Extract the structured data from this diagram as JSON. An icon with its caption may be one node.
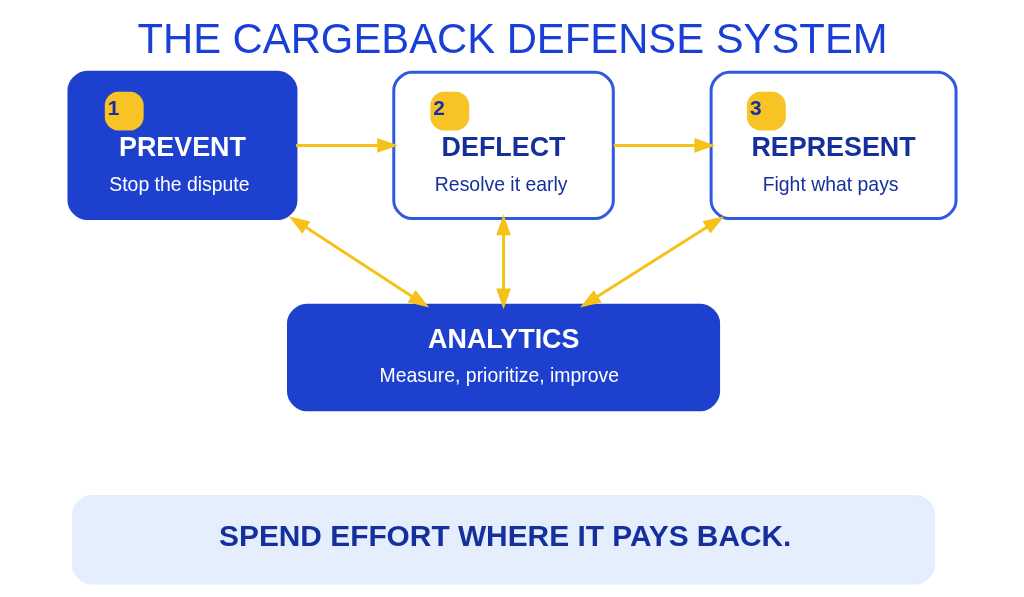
{
  "diagram": {
    "title": "THE CARGEBACK DEFENSE SYSTEM",
    "nodes": [
      {
        "text": [
          "1",
          "PREVENT",
          "Stop the dispute"
        ]
      },
      {
        "text": [
          "2",
          "DEFLECT",
          "Resolve it early"
        ]
      },
      {
        "text": [
          "3",
          "REPRESENT",
          "Fight what pays"
        ]
      },
      {
        "text": [
          "ANALYTICS",
          "Measure, prioritize, improve"
        ]
      },
      {
        "text": [
          "SPEND EFFORT WHERE IT PAYS BACK."
        ]
      }
    ],
    "edges": [
      {
        "from": 0,
        "to": 1,
        "arrow": "to"
      },
      {
        "from": 1,
        "to": 2,
        "arrow": "to"
      },
      {
        "from": 3,
        "to": 0,
        "arrow": "both"
      },
      {
        "from": 3,
        "to": 1,
        "arrow": "both"
      },
      {
        "from": 3,
        "to": 2,
        "arrow": "both"
      }
    ]
  }
}
